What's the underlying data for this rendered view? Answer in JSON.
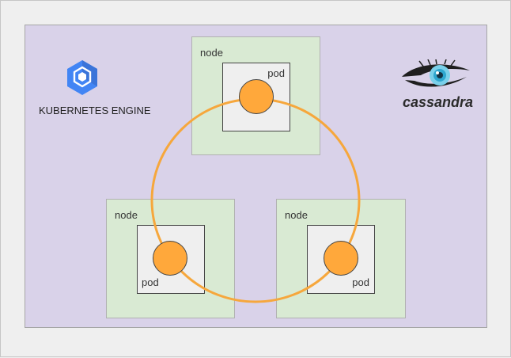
{
  "labels": {
    "node": "node",
    "pod": "pod",
    "gke": "KUBERNETES ENGINE",
    "cassandra": "cassandra"
  },
  "icons": {
    "gke": "kubernetes-engine-hexagon-icon",
    "cassandra": "cassandra-eye-icon"
  },
  "colors": {
    "cluster_fill": "#d9d2e9",
    "node_fill": "#d9ead3",
    "pod_fill": "#efefef",
    "ring": "#f6a73c",
    "member": "#ffa83b",
    "gke_blue": "#4285f4"
  },
  "nodes": [
    {
      "label": "node",
      "pod": "pod"
    },
    {
      "label": "node",
      "pod": "pod"
    },
    {
      "label": "node",
      "pod": "pod"
    }
  ]
}
